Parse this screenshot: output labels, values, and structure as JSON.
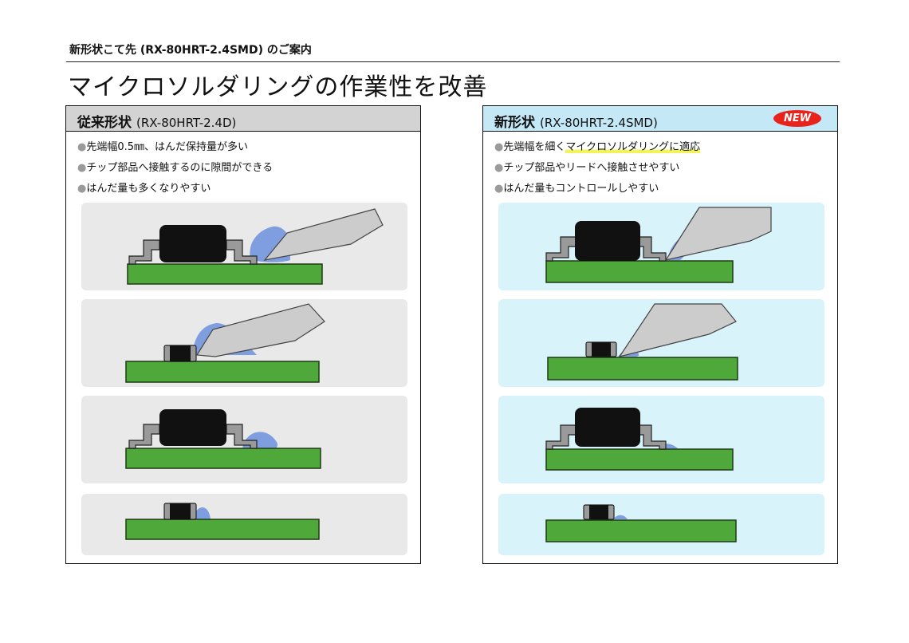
{
  "header": {
    "subtitle": "新形状こて先 (RX-80HRT-2.4SMD) のご案内",
    "title": "マイクロソルダリングの作業性を改善"
  },
  "left_panel": {
    "title_main": "従来形状",
    "title_model": "(RX-80HRT-2.4D)",
    "features": [
      {
        "bullet": "●",
        "text": "先端幅0.5㎜、はんだ保持量が多い"
      },
      {
        "bullet": "●",
        "text": "チップ部品へ接触するのに隙間ができる"
      },
      {
        "bullet": "●",
        "text": "はんだ量も多くなりやすい"
      }
    ]
  },
  "right_panel": {
    "title_main": "新形状",
    "title_model": "(RX-80HRT-2.4SMD)",
    "badge": "NEW",
    "features": [
      {
        "bullet": "●",
        "pre": "先端幅を細く",
        "highlight": "マイクロソルダリング",
        "post": "に適応"
      },
      {
        "bullet": "●",
        "text": "チップ部品やリードへ接触させやすい"
      },
      {
        "bullet": "●",
        "text": "はんだ量もコントロールしやすい"
      }
    ]
  },
  "colors": {
    "board": "#4ea83a",
    "board_stroke": "#1e3a14",
    "component": "#111111",
    "lead": "#9a9a9a",
    "solder": "#7f9ee0",
    "tip": "#cccccc",
    "left_header": "#d3d3d3",
    "right_header": "#c5e8f7",
    "badge": "#e8231b",
    "highlight": "#f3f35a"
  }
}
